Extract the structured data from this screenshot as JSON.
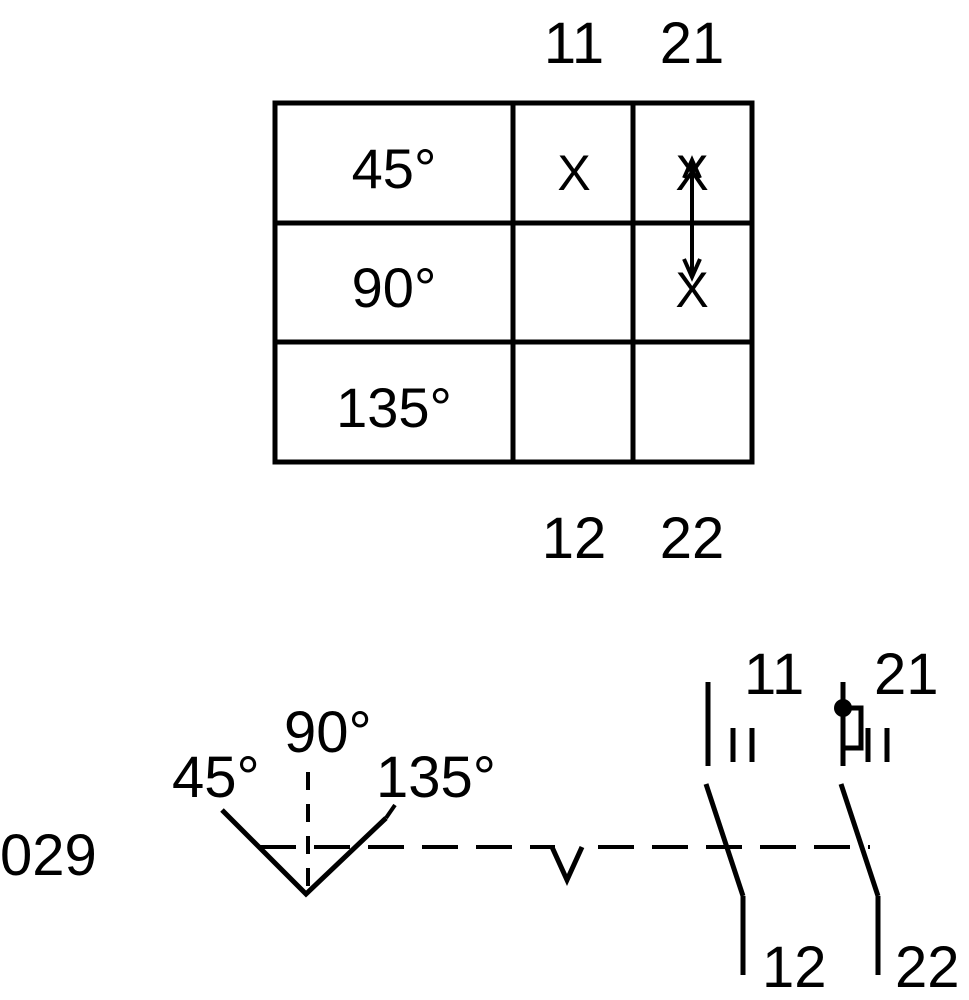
{
  "table": {
    "col_top_labels": [
      "11",
      "21"
    ],
    "col_bottom_labels": [
      "12",
      "22"
    ],
    "rows": [
      {
        "position": "45°",
        "c1": "X",
        "c2": "X"
      },
      {
        "position": "90°",
        "c1": "",
        "c2": "X"
      },
      {
        "position": "135°",
        "c1": "",
        "c2": ""
      }
    ]
  },
  "symbol": {
    "code": "029",
    "angles": [
      "45°",
      "90°",
      "135°"
    ],
    "contact_1": {
      "top": "11",
      "bottom": "12"
    },
    "contact_2": {
      "top": "21",
      "bottom": "22"
    }
  },
  "colors": {
    "ink": "#000000",
    "background": "#ffffff"
  }
}
